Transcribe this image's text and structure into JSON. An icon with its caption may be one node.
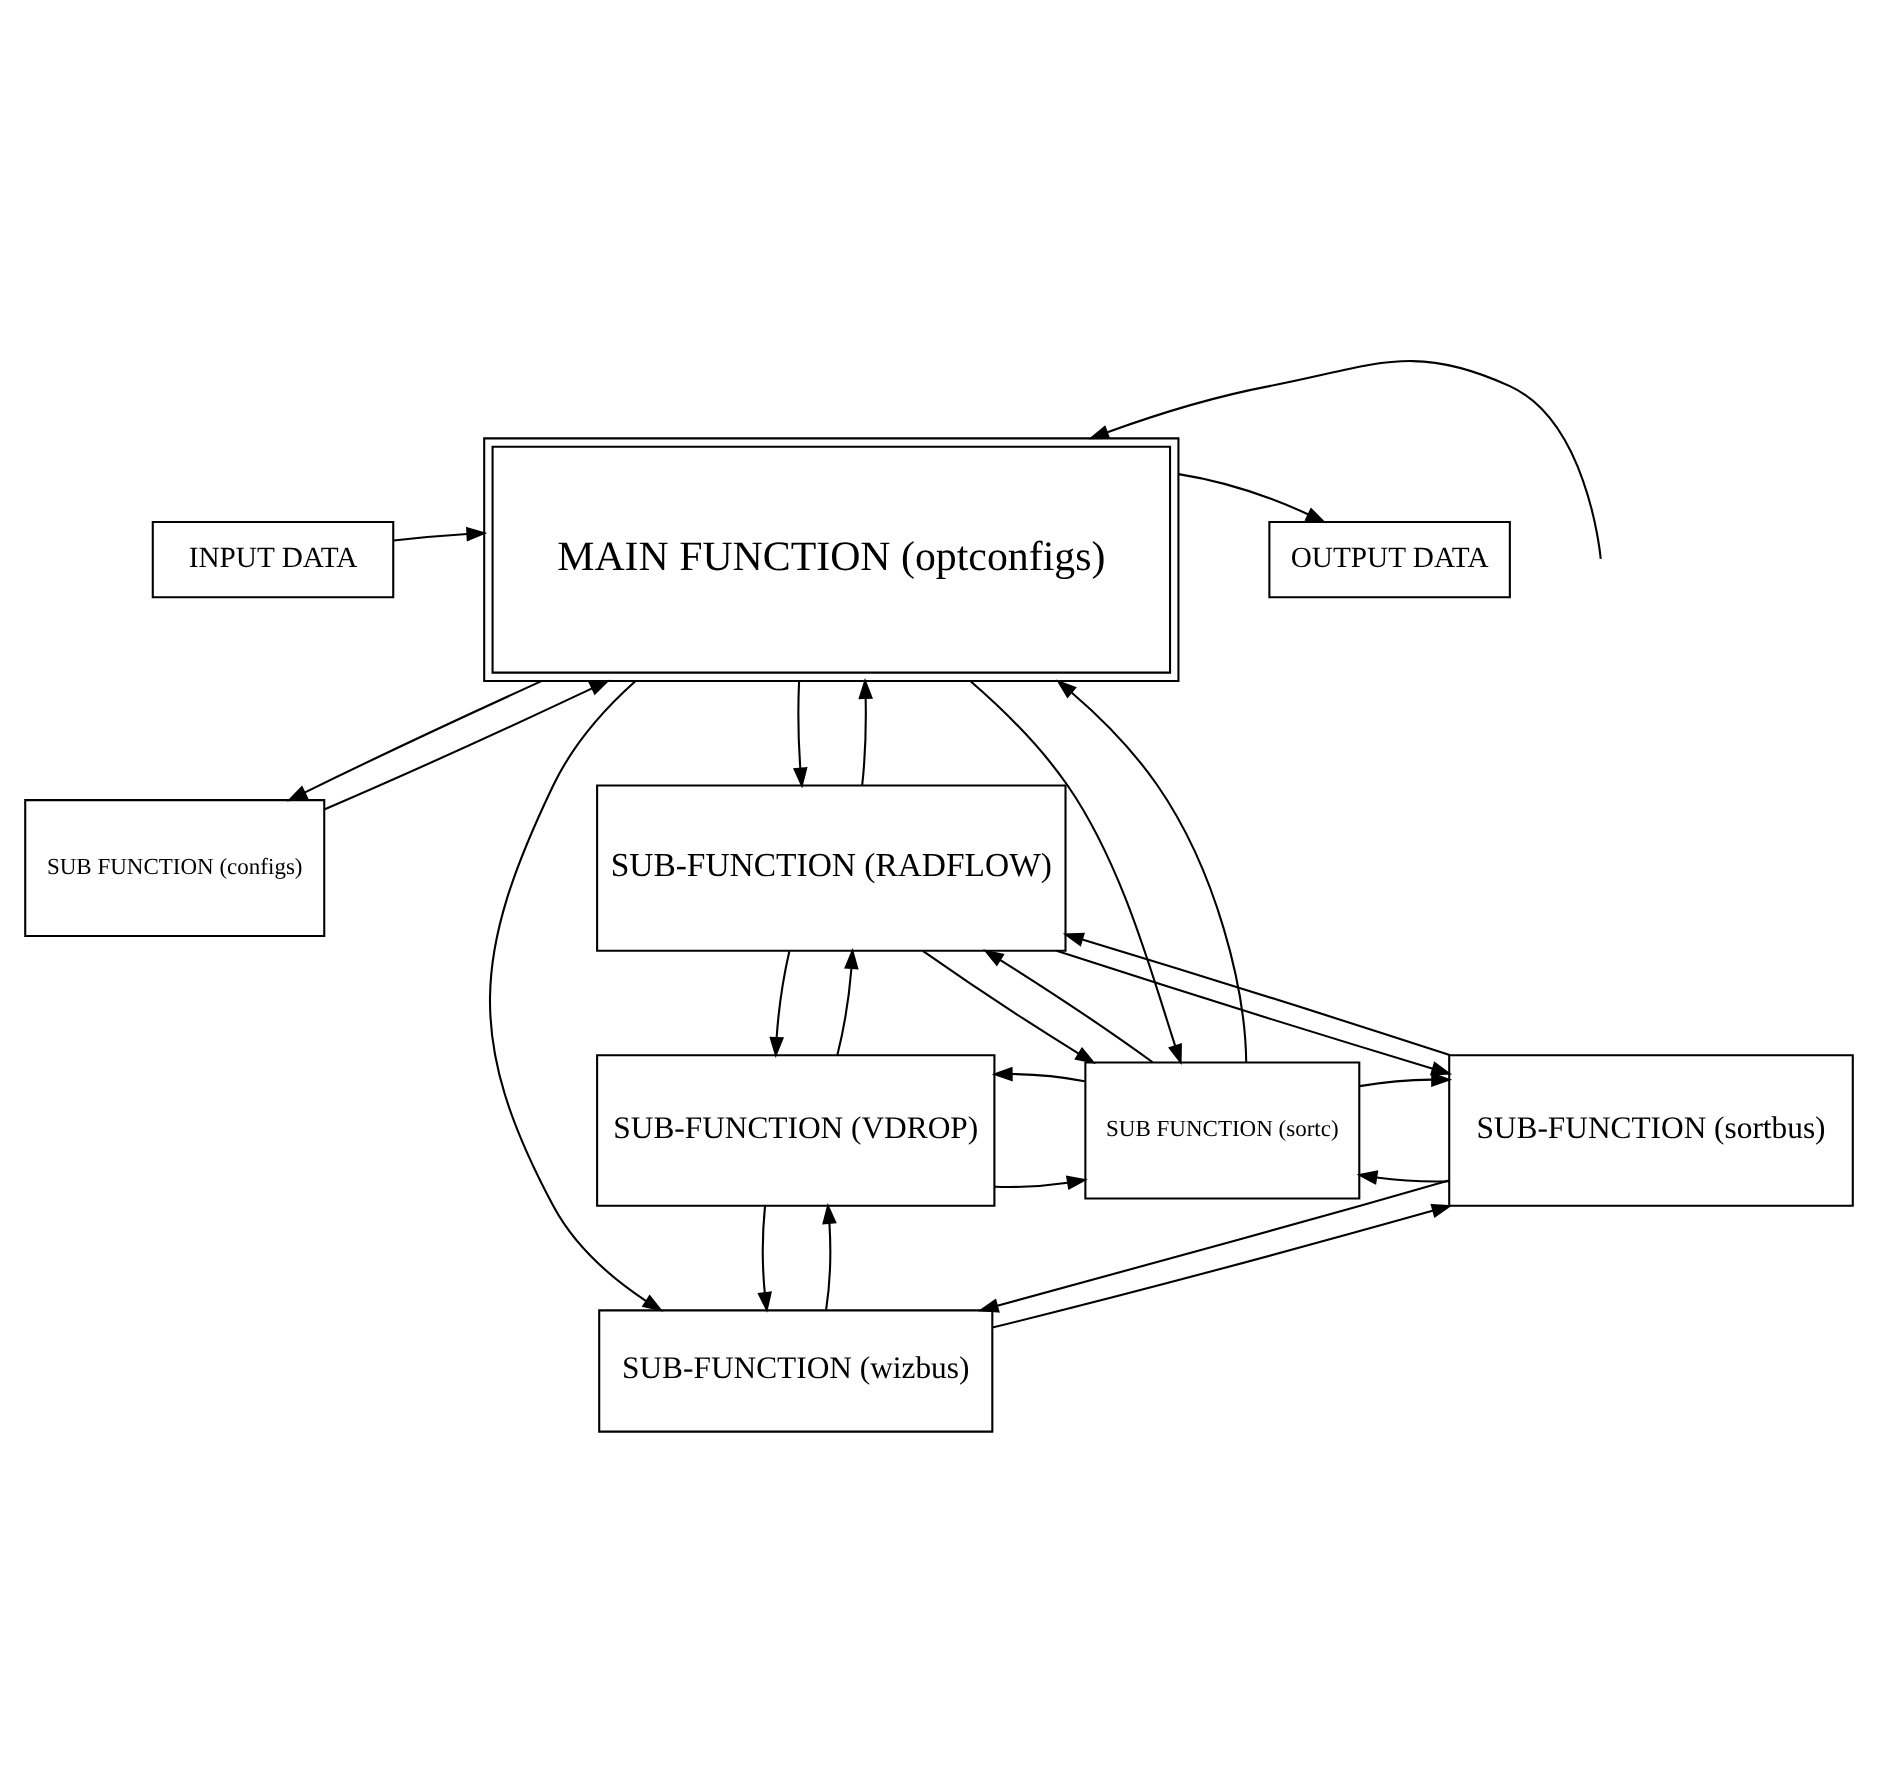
{
  "diagram": {
    "nodes": [
      {
        "text": [
          "INPUT DATA"
        ]
      },
      {
        "text": [
          "OUTPUT DATA"
        ]
      },
      {
        "text": [
          "MAIN FUNCTION (optconfigs)"
        ]
      },
      {
        "text": [
          "SUB FUNCTION (configs)"
        ]
      },
      {
        "text": [
          "SUB-FUNCTION (RADFLOW)"
        ]
      },
      {
        "text": [
          "SUB-FUNCTION (VDROP)"
        ]
      },
      {
        "text": [
          "SUB FUNCTION (sortc)"
        ]
      },
      {
        "text": [
          "SUB-FUNCTION (sortbus)"
        ]
      },
      {
        "text": [
          "SUB-FUNCTION (wizbus)"
        ]
      }
    ],
    "edges": [
      {
        "from": 0,
        "to": 2,
        "arrow": "to"
      },
      {
        "from": 2,
        "to": 1,
        "arrow": "to"
      },
      {
        "from": 2,
        "to": 8,
        "arrow": "to"
      },
      {
        "from": null,
        "to": 2,
        "arrow": "to"
      },
      {
        "from": 6,
        "to": 2,
        "arrow": "to"
      },
      {
        "from": 4,
        "to": 2,
        "arrow": "to"
      },
      {
        "from": 3,
        "to": 2,
        "arrow": "to"
      },
      {
        "from": 2,
        "to": 3,
        "arrow": "to"
      },
      {
        "from": 2,
        "to": 4,
        "arrow": "to"
      },
      {
        "from": 2,
        "to": 6,
        "arrow": "to"
      },
      {
        "from": 5,
        "to": 4,
        "arrow": "to"
      },
      {
        "from": 4,
        "to": 5,
        "arrow": "to"
      },
      {
        "from": 4,
        "to": 7,
        "arrow": "to"
      },
      {
        "from": 7,
        "to": 4,
        "arrow": "to"
      },
      {
        "from": 6,
        "to": 4,
        "arrow": "to"
      },
      {
        "from": 4,
        "to": 6,
        "arrow": "to"
      },
      {
        "from": 5,
        "to": 6,
        "arrow": "to"
      },
      {
        "from": 6,
        "to": 5,
        "arrow": "to"
      },
      {
        "from": 7,
        "to": 6,
        "arrow": "to"
      },
      {
        "from": 6,
        "to": 7,
        "arrow": "to"
      },
      {
        "from": 8,
        "to": 5,
        "arrow": "to"
      },
      {
        "from": 5,
        "to": 8,
        "arrow": "to"
      },
      {
        "from": 8,
        "to": 7,
        "arrow": "to"
      },
      {
        "from": 7,
        "to": 8,
        "arrow": "to"
      }
    ]
  }
}
